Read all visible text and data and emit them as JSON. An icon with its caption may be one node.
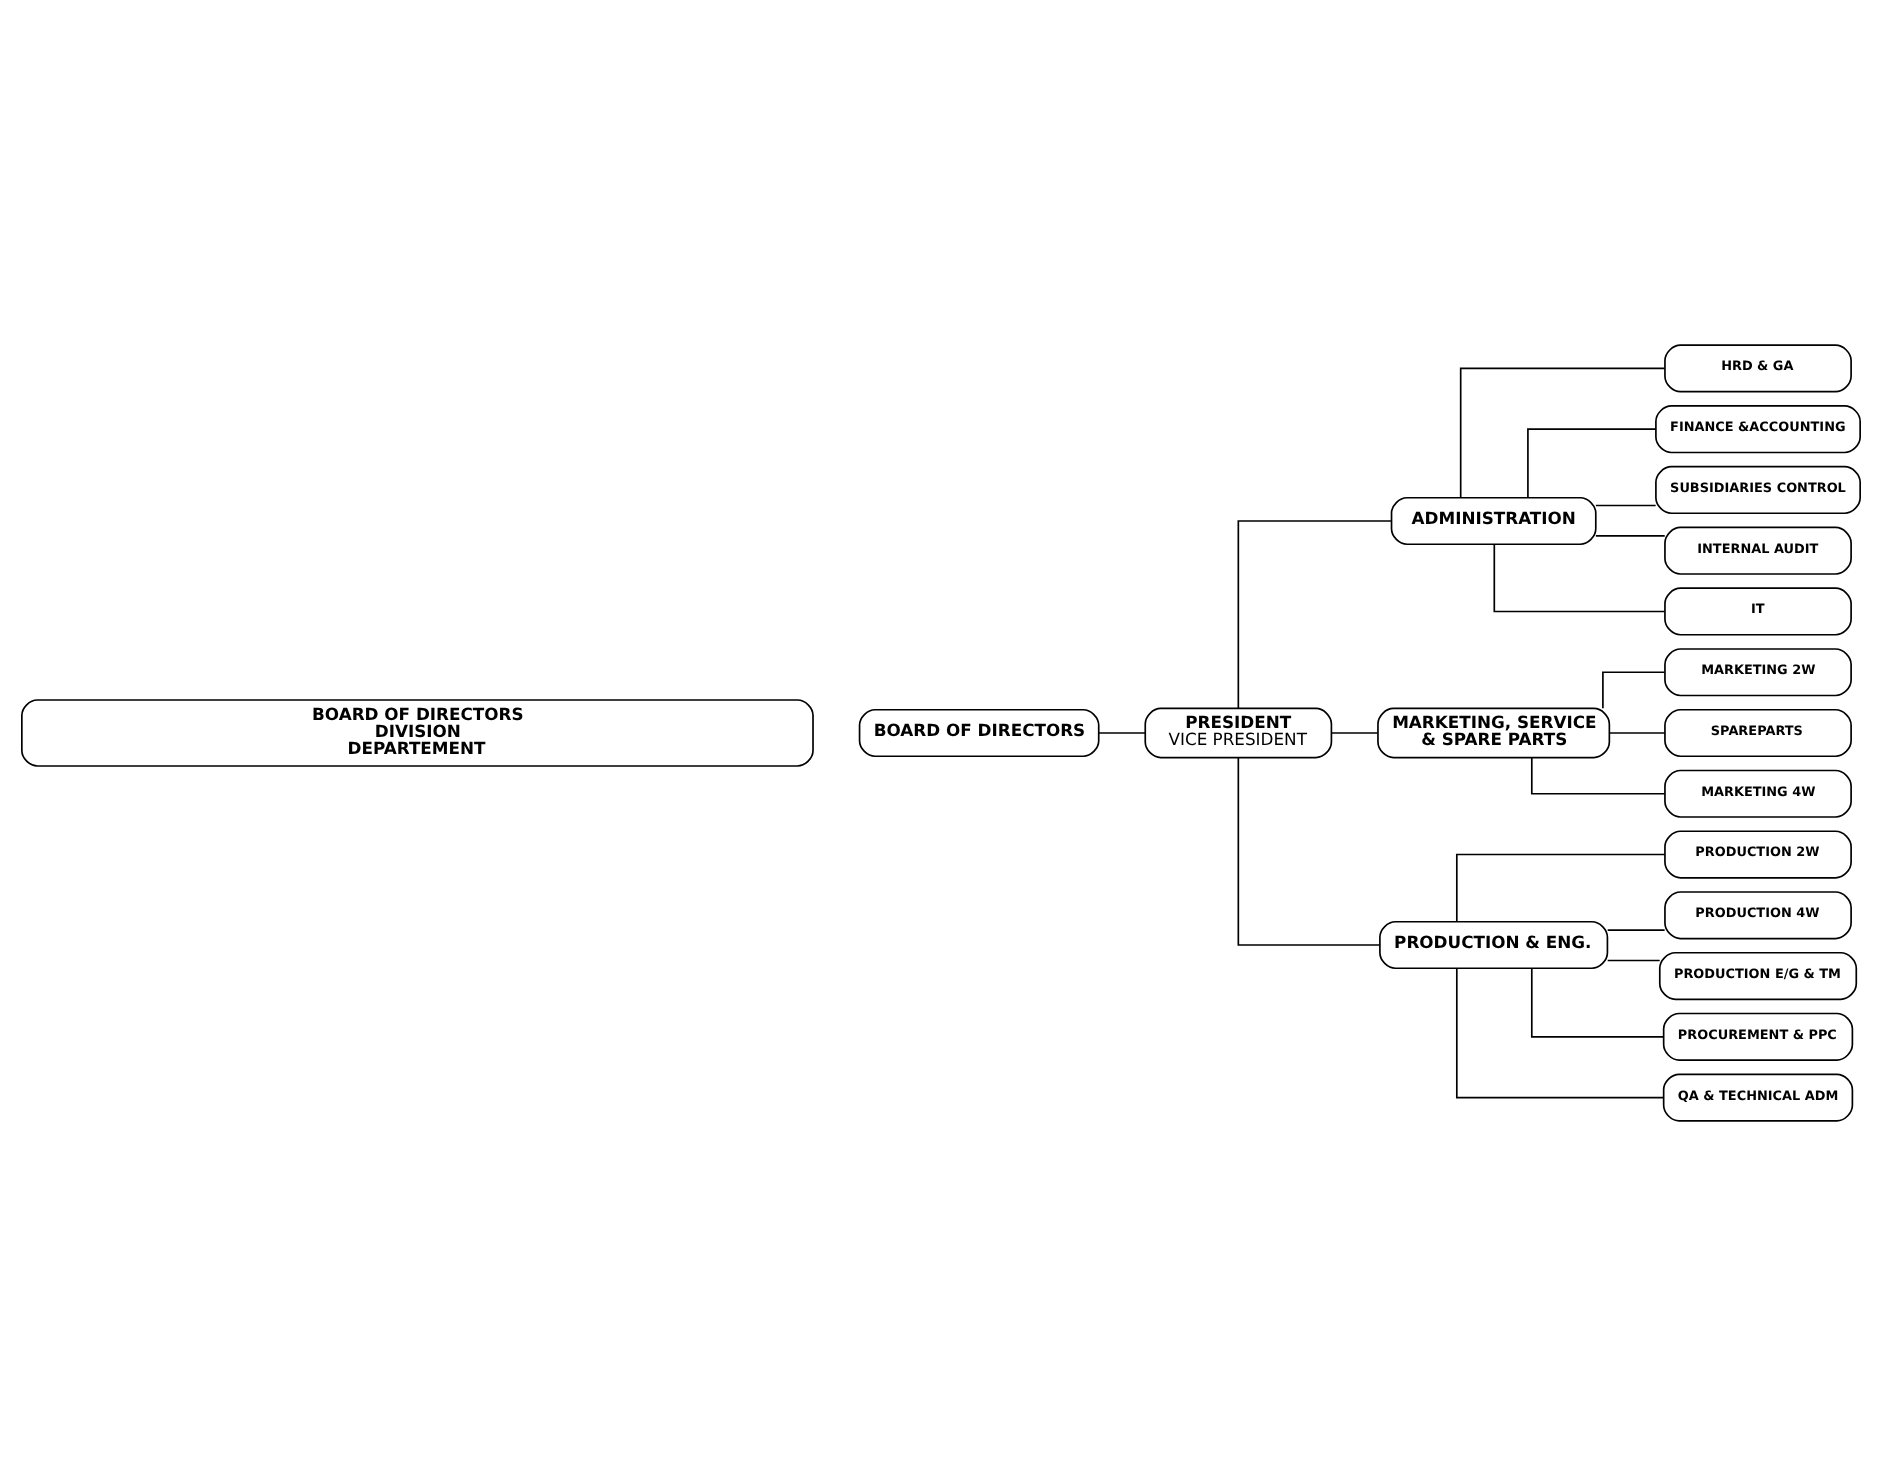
{
  "diagram": {
    "nodes": [
      {
        "text": [
          "BOARD OF DIRECTORS",
          "DIVISION",
          "DEPARTEMENT"
        ]
      },
      {
        "text": [
          "BOARD OF DIRECTORS"
        ]
      },
      {
        "text": [
          "PRESIDENT",
          "VICE PRESIDENT"
        ]
      },
      {
        "text": [
          "ADMINISTRATION"
        ]
      },
      {
        "text": [
          "MARKETING, SERVICE",
          "& SPARE PARTS"
        ]
      },
      {
        "text": [
          "PRODUCTION & ENG."
        ]
      },
      {
        "text": [
          "HRD & GA"
        ]
      },
      {
        "text": [
          "FINANCE &ACCOUNTING"
        ]
      },
      {
        "text": [
          "SUBSIDIARIES CONTROL"
        ]
      },
      {
        "text": [
          "INTERNAL AUDIT"
        ]
      },
      {
        "text": [
          "IT"
        ]
      },
      {
        "text": [
          "MARKETING 2W"
        ]
      },
      {
        "text": [
          "SPAREPARTS"
        ]
      },
      {
        "text": [
          "MARKETING 4W"
        ]
      },
      {
        "text": [
          "PRODUCTION 2W"
        ]
      },
      {
        "text": [
          "PRODUCTION 4W"
        ]
      },
      {
        "text": [
          "PRODUCTION E/G & TM"
        ]
      },
      {
        "text": [
          "PROCUREMENT & PPC"
        ]
      },
      {
        "text": [
          "QA & TECHNICAL ADM"
        ]
      }
    ],
    "edges": [
      {
        "from": 1,
        "to": 2,
        "arrow": "none"
      },
      {
        "from": 2,
        "to": 3,
        "arrow": "none"
      },
      {
        "from": 2,
        "to": 4,
        "arrow": "none"
      },
      {
        "from": 2,
        "to": 5,
        "arrow": "none"
      },
      {
        "from": 3,
        "to": 6,
        "arrow": "none"
      },
      {
        "from": 3,
        "to": 7,
        "arrow": "none"
      },
      {
        "from": 3,
        "to": 8,
        "arrow": "none"
      },
      {
        "from": 3,
        "to": 9,
        "arrow": "none"
      },
      {
        "from": 3,
        "to": 10,
        "arrow": "none"
      },
      {
        "from": 4,
        "to": 11,
        "arrow": "none"
      },
      {
        "from": 4,
        "to": 12,
        "arrow": "none"
      },
      {
        "from": 4,
        "to": 13,
        "arrow": "none"
      },
      {
        "from": 5,
        "to": 14,
        "arrow": "none"
      },
      {
        "from": 5,
        "to": 15,
        "arrow": "none"
      },
      {
        "from": 5,
        "to": 16,
        "arrow": "none"
      },
      {
        "from": 5,
        "to": 17,
        "arrow": "none"
      },
      {
        "from": 5,
        "to": 18,
        "arrow": "none"
      }
    ]
  }
}
